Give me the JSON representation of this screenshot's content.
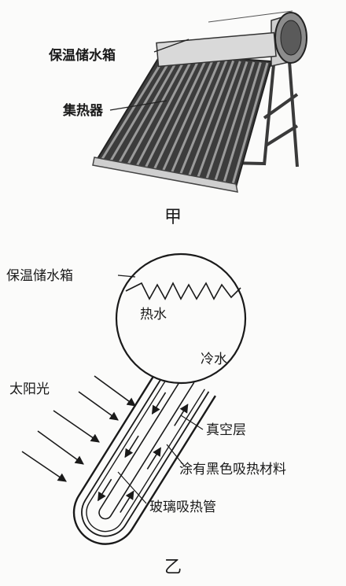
{
  "figure_a": {
    "label_tank": "保温储水箱",
    "label_collector": "集热器",
    "caption": "甲"
  },
  "figure_b": {
    "label_tank": "保温储水箱",
    "label_hot_water": "热水",
    "label_cold_water": "冷水",
    "label_sunlight": "太阳光",
    "label_vacuum_layer": "真空层",
    "label_black_coating": "涂有黑色吸热材料",
    "label_glass_tube": "玻璃吸热管",
    "caption": "乙"
  }
}
